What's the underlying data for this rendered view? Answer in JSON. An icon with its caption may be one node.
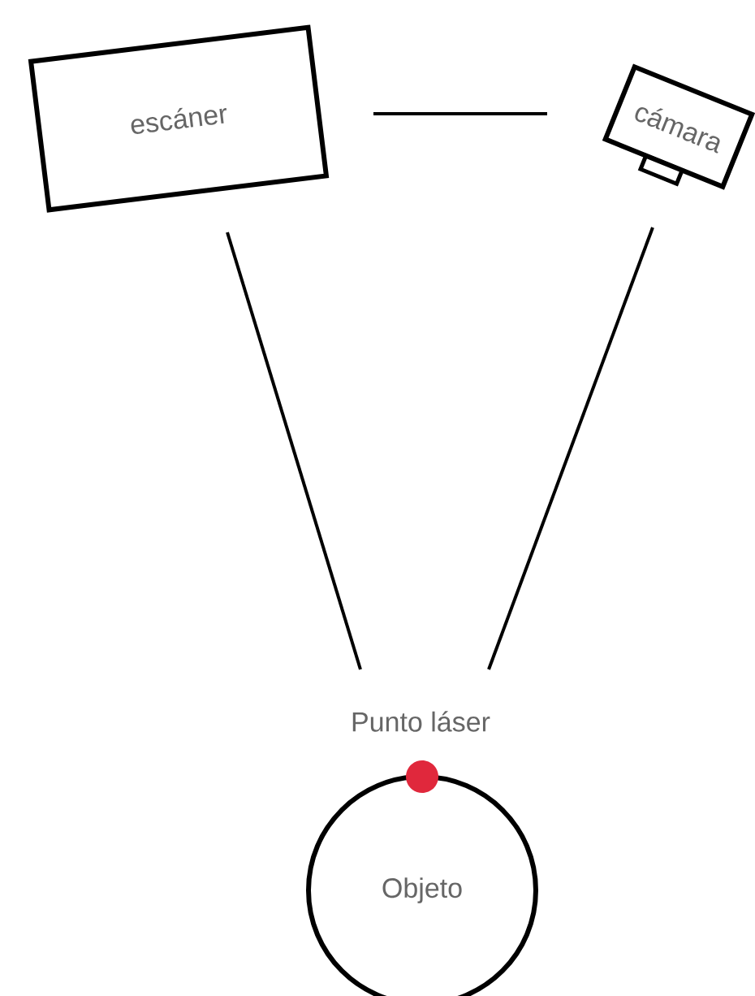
{
  "diagram": {
    "nodes": [
      {
        "text": [
          "escáner"
        ]
      },
      {
        "text": [
          "cámara"
        ]
      },
      {
        "text": [
          "Punto láser"
        ]
      },
      {
        "text": [
          "Objeto"
        ]
      }
    ],
    "edges": [
      {
        "from": 0,
        "to": 1,
        "arrow": "none"
      },
      {
        "from": 0,
        "to": 2,
        "arrow": "none"
      },
      {
        "from": 1,
        "to": 2,
        "arrow": "none"
      }
    ]
  }
}
